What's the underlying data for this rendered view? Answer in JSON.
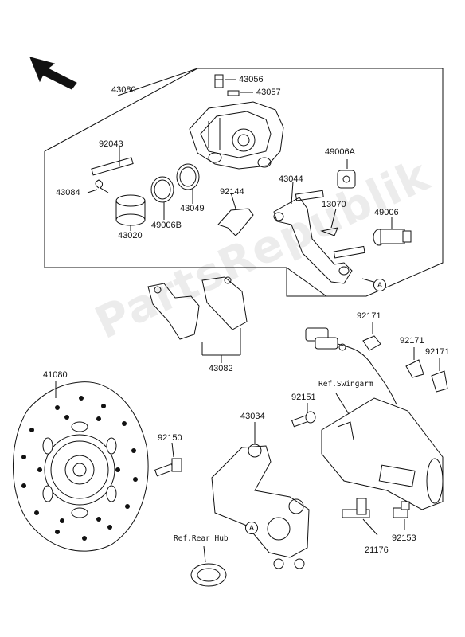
{
  "watermark": "PartsRepublik",
  "parts": {
    "p43080": "43080",
    "p43056": "43056",
    "p43057": "43057",
    "p92043": "92043",
    "p43084": "43084",
    "p43049": "43049",
    "p49006b": "49006B",
    "p43020": "43020",
    "p92144": "92144",
    "p43044": "43044",
    "p49006a": "49006A",
    "p13070": "13070",
    "p49006": "49006",
    "p43082": "43082",
    "p92171a": "92171",
    "p92171b": "92171",
    "p92171c": "92171",
    "p41080": "41080",
    "p92151": "92151",
    "p92150": "92150",
    "p43034": "43034",
    "p92153": "92153",
    "p21176": "21176"
  },
  "refs": {
    "swingarm": "Ref.Swingarm",
    "rear_hub": "Ref.Rear Hub"
  },
  "markers": {
    "a1": "A",
    "a2": "A"
  }
}
